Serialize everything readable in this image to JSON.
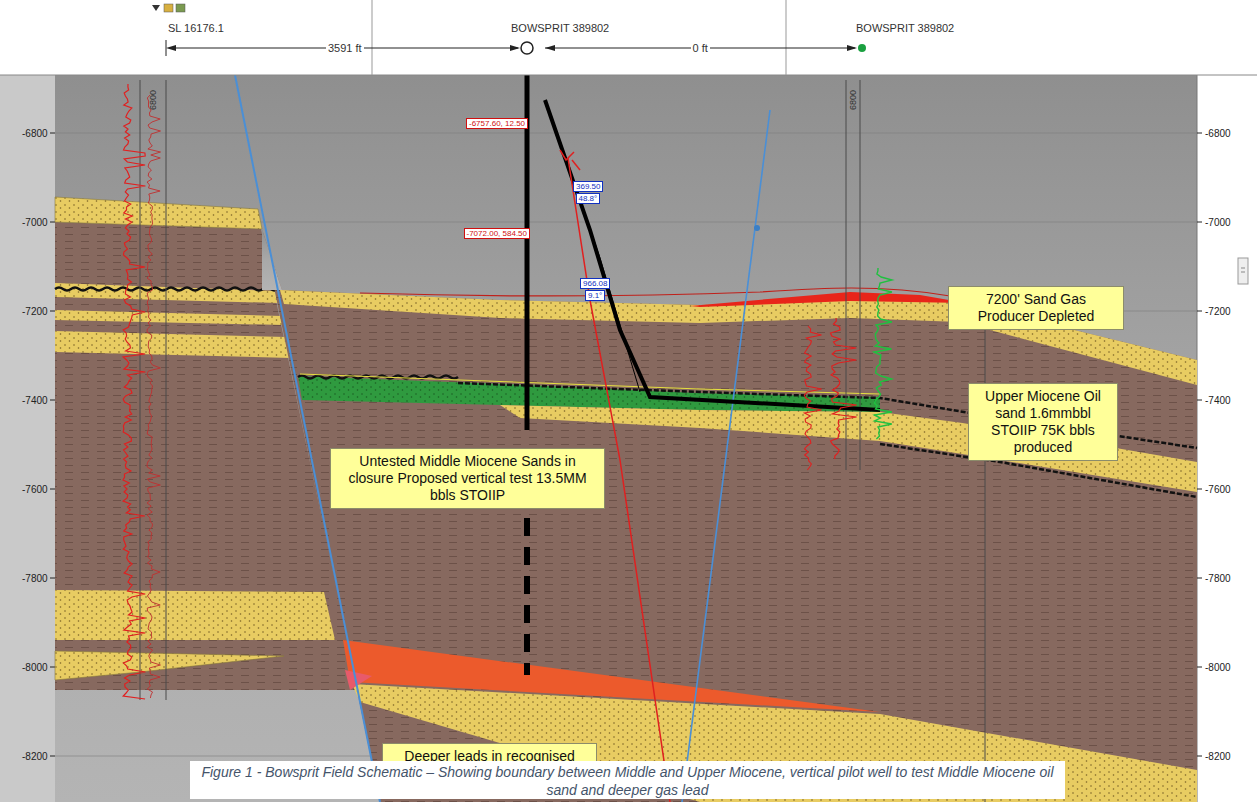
{
  "diagram": {
    "caption": "Figure 1 - Bowsprit Field Schematic – Showing boundary between Middle and Upper Miocene, vertical pilot well to test Middle Miocene oil sand and deeper gas lead",
    "nodes": [
      {
        "text": [
          "7200' Sand Gas Producer Depleted"
        ]
      },
      {
        "text": [
          "Upper Miocene Oil sand 1.6mmbbl STOIIP 75K bbls produced"
        ]
      },
      {
        "text": [
          "Untested Middle Miocene Sands in closure Proposed vertical test 13.5MM bbls STOIIP"
        ]
      },
      {
        "text": [
          "Deeper leads in recognised draped channel sands"
        ]
      }
    ],
    "labels": [
      "SL 16176.1",
      "BOWSPRIT 389802",
      "BOWSPRIT 389802",
      "3591 ft",
      "0 ft",
      "-6800",
      "-7000",
      "-7200",
      "-7400",
      "-7600",
      "-7800",
      "-8000",
      "-8200",
      "-6800",
      "-7000",
      "-7200",
      "-7400",
      "-7600",
      "-7800",
      "-8000",
      "-8200",
      "6800",
      "6800",
      "-6757.60, 12.50",
      "369.50",
      "48.8°",
      "-7072.00, 584.50",
      "966.08",
      "9.1°"
    ]
  }
}
